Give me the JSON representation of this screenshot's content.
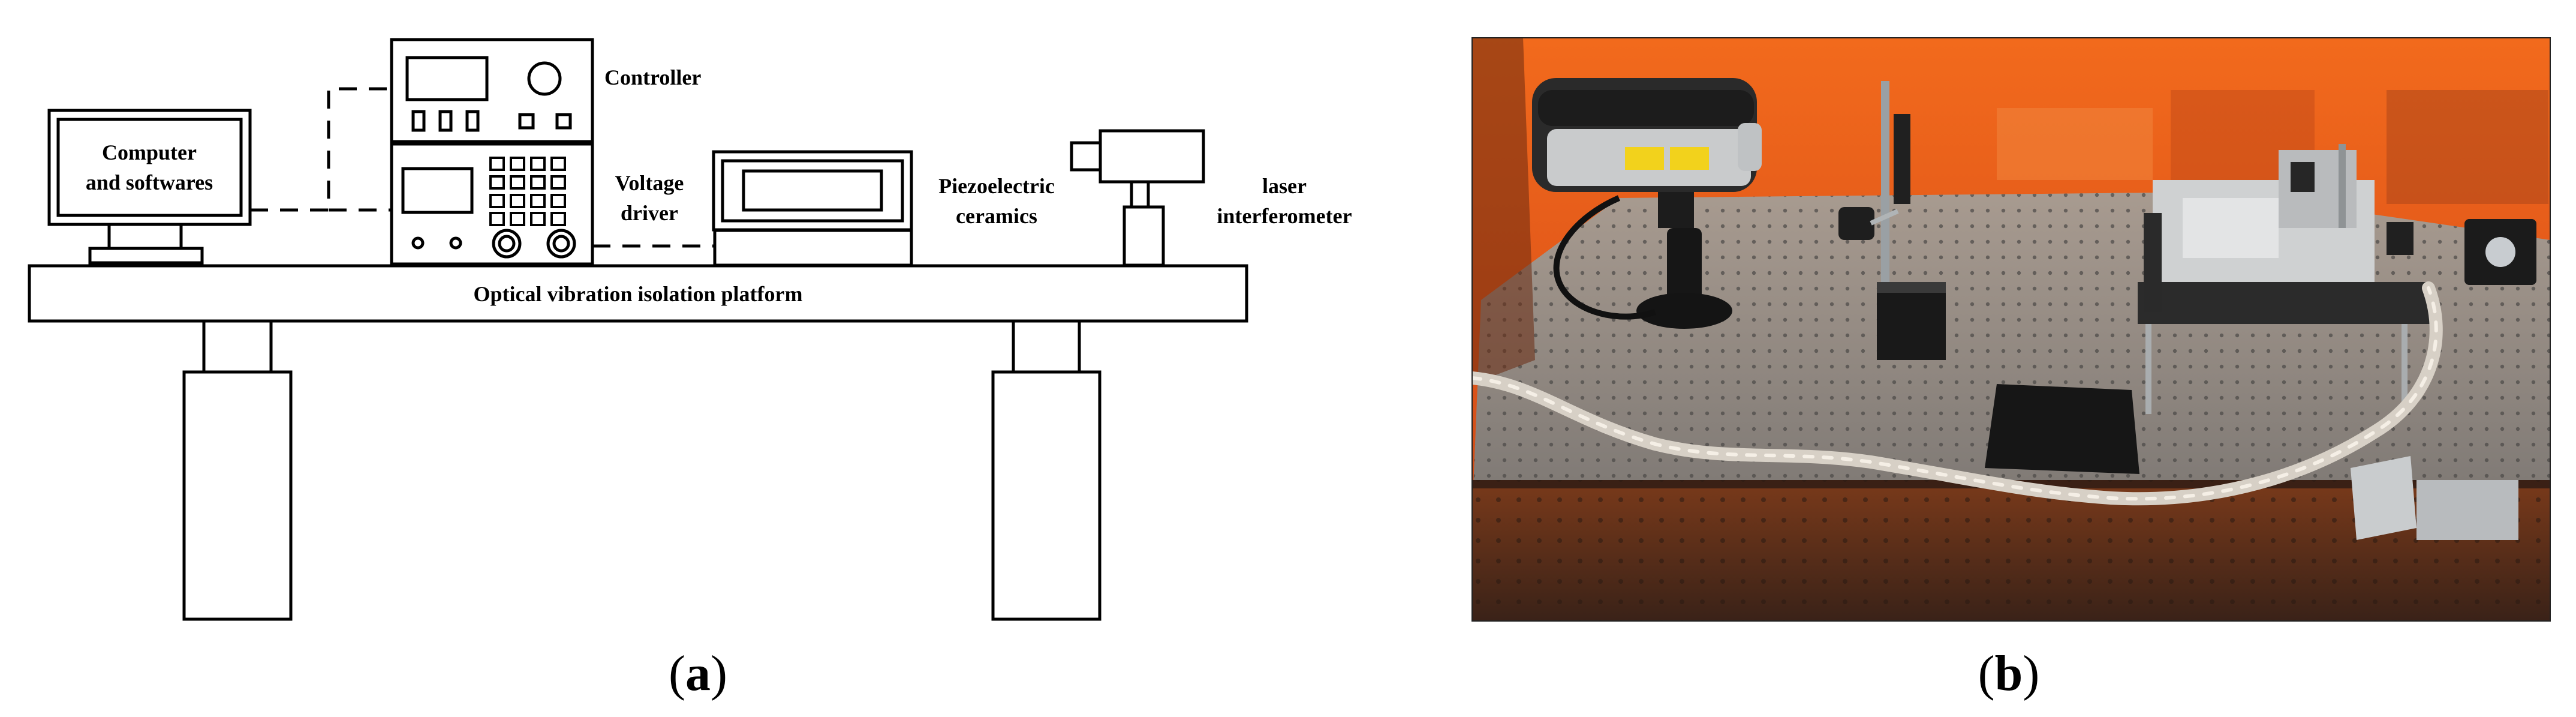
{
  "panel_a": {
    "labels": {
      "computer_line1": "Computer",
      "computer_line2": "and softwares",
      "controller": "Controller",
      "voltage_line1": "Voltage",
      "voltage_line2": "driver",
      "piezo_line1": "Piezoelectric",
      "piezo_line2": "ceramics",
      "laser_line1": "laser",
      "laser_line2": "interferometer",
      "platform": "Optical vibration isolation platform"
    },
    "caption_open": "(",
    "caption_letter": "a",
    "caption_close": ")"
  },
  "panel_b": {
    "caption_open": "(",
    "caption_letter": "b",
    "caption_close": ")",
    "photo_colors": {
      "enclosure_orange": "#e8581a",
      "table_grey": "#8f8c88",
      "dark": "#1c1c1c",
      "device_grey": "#c9cbcc",
      "cable_silver": "#d7d0c6"
    }
  }
}
